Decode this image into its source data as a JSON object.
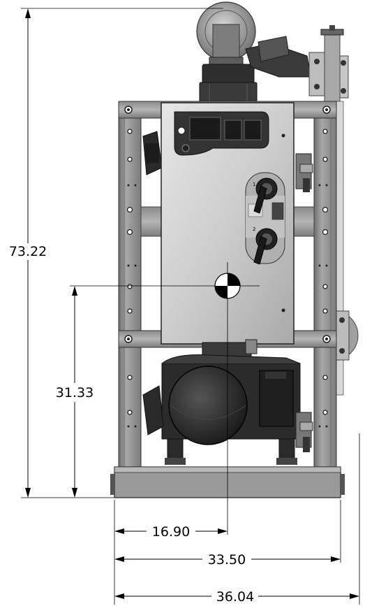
{
  "dimensions": {
    "overall_height": "73.22",
    "center_height": "31.33",
    "center_width": "16.90",
    "frame_width": "33.50",
    "overall_width": "36.04"
  },
  "panel_labels": {
    "switch_1": "1",
    "switch_2": "2"
  },
  "colors": {
    "frame": "#8c8c8c",
    "frame_dark": "#5a5a5a",
    "panel": "#cfcfcf",
    "motor": "#2e2e2e",
    "pipe": "#3a3a3a"
  }
}
